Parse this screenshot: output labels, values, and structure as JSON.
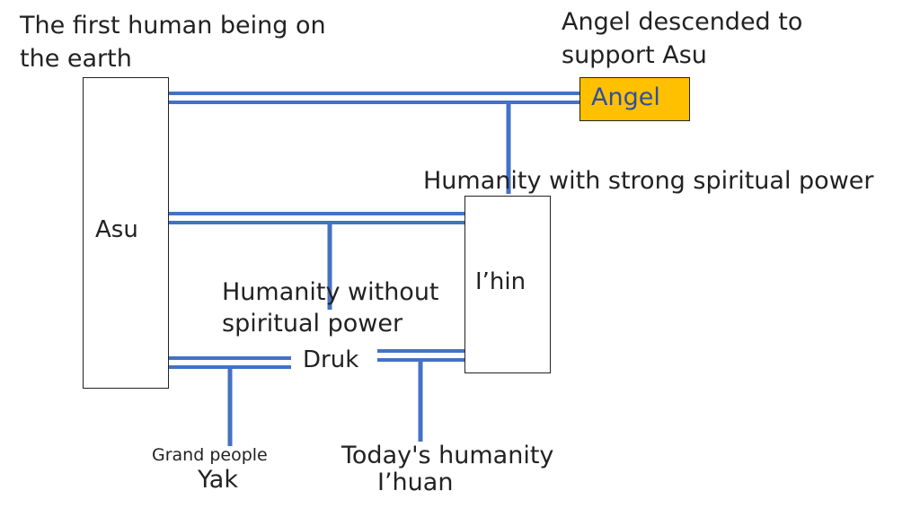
{
  "colors": {
    "line": "#4472c4",
    "angel_fill": "#ffc000",
    "angel_text": "#2f4fa0",
    "box_border": "#222222",
    "text": "#222222"
  },
  "nodes": {
    "asu": "Asu",
    "ihin": "I’hin",
    "angel": "Angel",
    "druk": "Druk"
  },
  "labels": {
    "first_human_line1": "The first human being on",
    "first_human_line2": "the earth",
    "angel_desc_line1": "Angel descended to",
    "angel_desc_line2": "support Asu",
    "strong_spiritual": "Humanity with strong spiritual power",
    "without_spiritual_line1": "Humanity without",
    "without_spiritual_line2": "spiritual power",
    "grand_people": "Grand people",
    "yak": "Yak",
    "todays_humanity": "Today's humanity",
    "ihuan": "I’huan"
  }
}
